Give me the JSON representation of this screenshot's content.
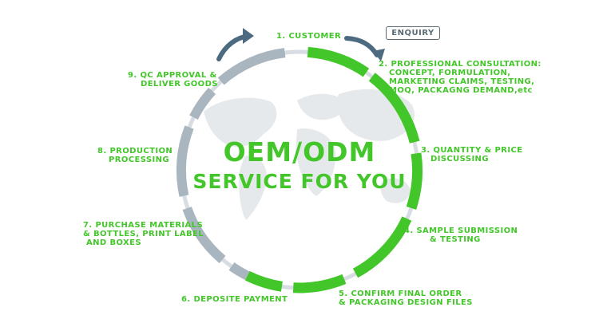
{
  "colors": {
    "green": "#43c62a",
    "gray": "#a9b5bf",
    "arrow": "#4d6b80",
    "map": "#e6e9ec"
  },
  "center": {
    "line1": "OEM/ODM",
    "line2": "SERVICE FOR YOU"
  },
  "enquiry": "ENQUIRY",
  "steps": [
    {
      "lines": [
        "1. CUSTOMER"
      ]
    },
    {
      "lines": [
        "2. PROFESSIONAL CONSULTATION:",
        "CONCEPT, FORMULATION,",
        "MARKETING CLAIMS, TESTING,",
        "MOQ, PACKAGNG DEMAND,etc"
      ]
    },
    {
      "lines": [
        "3. QUANTITY & PRICE",
        "DISCUSSING"
      ]
    },
    {
      "lines": [
        "4. SAMPLE SUBMISSION",
        "& TESTING"
      ]
    },
    {
      "lines": [
        "5. CONFIRM FINAL ORDER",
        "& PACKAGING DESIGN FILES"
      ]
    },
    {
      "lines": [
        "6. DEPOSITE PAYMENT"
      ]
    },
    {
      "lines": [
        "7. PURCHASE MATERIALS",
        "& BOTTLES, PRINT LABEL",
        "AND BOXES"
      ]
    },
    {
      "lines": [
        "8. PRODUCTION",
        "PROCESSING"
      ]
    },
    {
      "lines": [
        "9. QC APPROVAL &",
        "DELIVER GOODS"
      ]
    }
  ]
}
